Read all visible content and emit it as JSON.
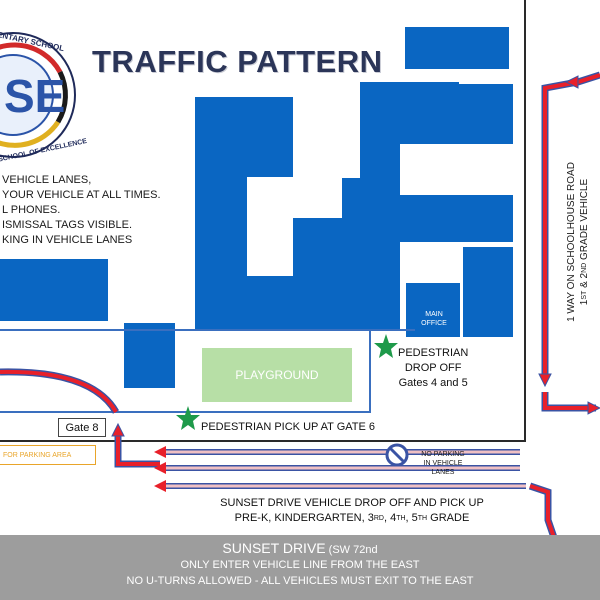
{
  "title": "TRAFFIC PATTERN",
  "logo": {
    "letters": "SE",
    "arc_top": "ENTARY SCHOOL",
    "arc_bottom": "SCHOOL OF EXCELLENCE"
  },
  "rules": [
    "VEHICLE LANES,",
    "YOUR VEHICLE AT ALL TIMES.",
    "L PHONES.",
    "ISMISSAL TAGS VISIBLE.",
    "KING IN VEHICLE LANES"
  ],
  "playground": "PLAYGROUND",
  "main_office": [
    "MAIN",
    "OFFICE"
  ],
  "pedestrian_dropoff": [
    "PEDESTRIAN",
    "DROP OFF",
    "Gates 4 and 5"
  ],
  "pedestrian_pickup": "PEDESTRIAN PICK UP AT GATE 6",
  "gate8": "Gate 8",
  "parking_area": "FOR PARKING AREA",
  "no_parking": [
    "NO PARKING",
    "IN VEHICLE",
    "LANES"
  ],
  "sunset_dropoff": {
    "line1": "SUNSET DRIVE VEHICLE DROP OFF AND PICK UP",
    "line2_a": "PRE-K, KINDERGARTEN, 3",
    "line2_b": "RD",
    "line2_c": ", 4",
    "line2_d": "TH",
    "line2_e": ", 5",
    "line2_f": "TH",
    "line2_g": " GRADE"
  },
  "road": {
    "name": "SUNSET DRIVE",
    "name_suffix": " (SW 72nd",
    "note1": "ONLY ENTER VEHICLE LINE FROM THE EAST",
    "note2": "NO U-TURNS ALLOWED - ALL VEHICLES MUST EXIT TO THE EAST"
  },
  "schoolhouse": {
    "line1": "1 WAY ON SCHOOLHOUSE ROAD",
    "line2_a": "1",
    "line2_b": "ST",
    "line2_c": " & 2",
    "line2_d": "ND",
    "line2_e": " GRADE VEHICLE"
  },
  "colors": {
    "building": "#0a66c2",
    "route_red": "#e8202a",
    "route_outline": "#3a53a4",
    "lane_pink": "#f0c0c4",
    "playground": "#b7dfa6",
    "star": "#1e9a4a",
    "road": "#9d9d9d",
    "parking_box": "#e9a52a"
  }
}
